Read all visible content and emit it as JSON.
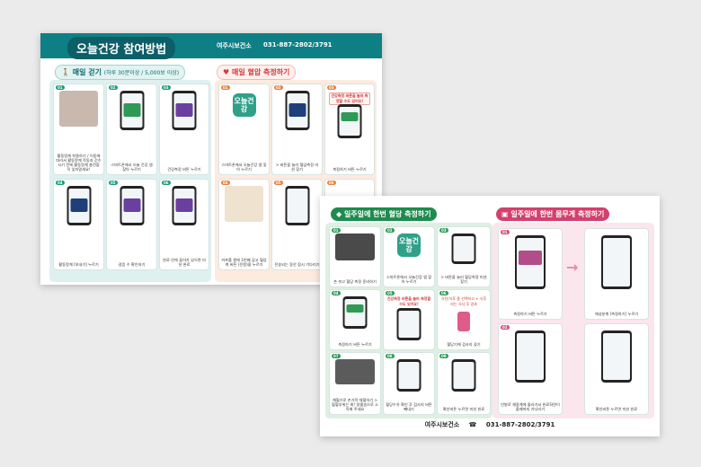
{
  "back": {
    "title": "오늘건강 참여방법",
    "org": "여주시보건소",
    "phone": "031-887-2802/3791",
    "walk": {
      "heading": "매일 걷기",
      "sub": "(하루 30분이상 / 5,000보 이상)",
      "cells": [
        {
          "n": "01",
          "cap": "활동량계 착용하기 / 이동에 따라서 활동량계 작동과 걷수시기 전에 활동량계 충전을 꼭 잊지말세요!"
        },
        {
          "n": "02",
          "cap": "스마트폰에서 오늘 건강 앱 찾아 누르기"
        },
        {
          "n": "03",
          "cap": "건강측정 버튼 누르기"
        },
        {
          "n": "04",
          "cap": "활동량계 [보내기] 누르기"
        },
        {
          "n": "05",
          "cap": "걸음 수 확인하기"
        },
        {
          "n": "06",
          "cap": "완료 안에 들어가 있으면 미션 완료"
        }
      ]
    },
    "bp": {
      "heading": "매일 혈압 측정하기",
      "cells": [
        {
          "n": "01",
          "icon": "오늘건강",
          "cap": "스마트폰에서 오늘건강 앱 찾아 누르기"
        },
        {
          "n": "02",
          "cap": "> 버튼을 눌러 혈압측정 미션 찾기"
        },
        {
          "n": "03",
          "cap": "측정하기 버튼 누르기",
          "note": "건강측정 버튼을 눌러 측정할 수도 있어요!"
        },
        {
          "n": "04",
          "cap": "커프를 팔에 1번째 감고 혈압계 버튼 (전원)을 누르기"
        },
        {
          "n": "05",
          "cap": "전송되는 동안 잠시 기다리기"
        },
        {
          "n": "06",
          "cap": ""
        }
      ]
    }
  },
  "front": {
    "org": "여주시보건소",
    "phone": "031-887-2802/3791",
    "sugar": {
      "heading": "일주일에 한번 혈당 측정하기",
      "cells": [
        {
          "n": "01",
          "cap": "손 씻고 혈당 측정 준비하기"
        },
        {
          "n": "02",
          "icon": "오늘건강",
          "cap": "스마트폰에서 오늘건강 앱 찾아 누르기"
        },
        {
          "n": "03",
          "cap": "> 버튼을 눌러 혈당측정 미션 찾기"
        },
        {
          "n": "04",
          "cap": "측정하기 버튼 누르기"
        },
        {
          "n": "05",
          "cap": "",
          "note": "건강측정 버튼을 눌러 측정할 수도 있어요!"
        },
        {
          "n": "06",
          "cap": "혈당기에 검사지 꽂기",
          "note": "식전/식후 중 선택하고 + 식후라는 식사 후 경과"
        },
        {
          "n": "07",
          "cap": "채혈기로 손가락 채혈하기 > 혈혈부위는 최! 알콜솜으로 소독해 주세요"
        },
        {
          "n": "08",
          "cap": "혈당수치 확인 후 검사지 버튼 빼내기"
        },
        {
          "n": "09",
          "cap": "확인버튼 누르면 미션 완료"
        }
      ]
    },
    "body": {
      "heading": "일주일에 한번 몸무게 측정하기",
      "cells": [
        {
          "n": "01",
          "cap": "측정하기 버튼 누르기"
        },
        {
          "n": "",
          "cap": "체성분계 [측정하기] 누르기"
        },
        {
          "n": "02",
          "cap": "언발로 체중계에 올라가서 완료화면이 올때까지 기다리기"
        },
        {
          "n": "",
          "cap": "확인버튼 누르면 미션 완료"
        }
      ]
    }
  },
  "colors": {
    "teal": "#0f7f86",
    "green": "#2e9a55",
    "pink": "#d2406f",
    "orange": "#e7813b"
  }
}
